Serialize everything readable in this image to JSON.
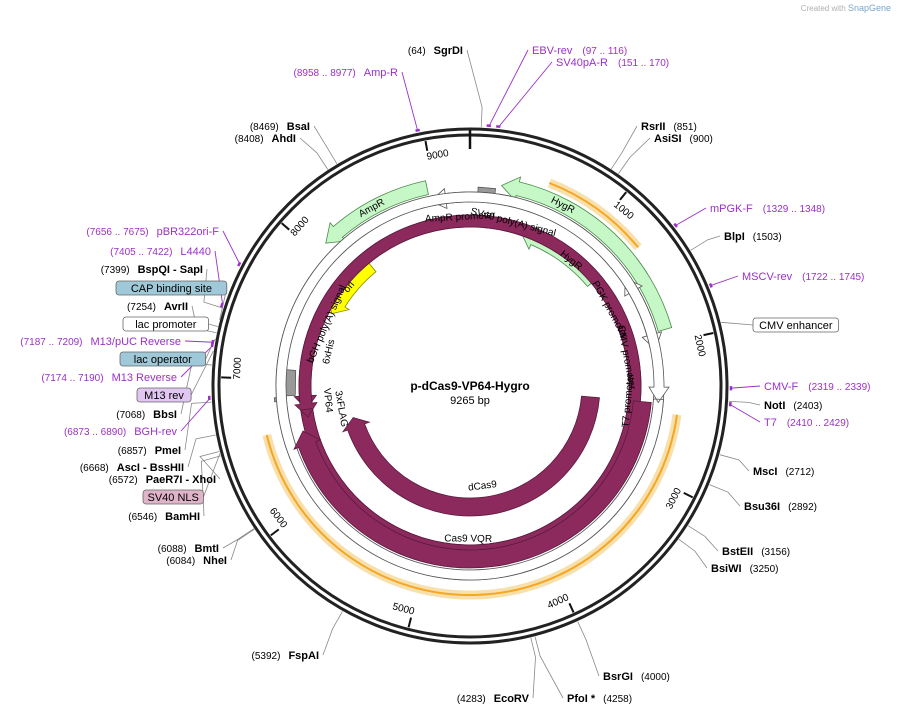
{
  "credit": {
    "prefix": "Created with",
    "brand": "SnapGene"
  },
  "plasmid": {
    "name": "p-dCas9-VP64-Hygro",
    "size_label": "9265 bp",
    "length": 9265
  },
  "colors": {
    "backbone": "#222222",
    "enzyme_text": "#000000",
    "primer": "#9b30c8",
    "cds": "#8c2a5e",
    "resistance": "#c6f7c6",
    "ori": "#ffff00",
    "highlight": "#f5a623",
    "site_blue": "#9fc8d8",
    "nls": "#e0b4c8",
    "primer_box": "#e1c6f2"
  },
  "ruler": [
    "1000",
    "2000",
    "3000",
    "4000",
    "5000",
    "6000",
    "7000",
    "8000",
    "9000"
  ],
  "enzymes": [
    {
      "name": "SgrDI",
      "pos": "(64)",
      "position": 64,
      "side": "left"
    },
    {
      "name": "RsrII",
      "pos": "(851)",
      "position": 851,
      "side": "right"
    },
    {
      "name": "AsiSI",
      "pos": "(900)",
      "position": 900,
      "side": "right"
    },
    {
      "name": "BlpI",
      "pos": "(1503)",
      "position": 1503,
      "side": "right"
    },
    {
      "name": "NotI",
      "pos": "(2403)",
      "position": 2403,
      "side": "right"
    },
    {
      "name": "MscI",
      "pos": "(2712)",
      "position": 2712,
      "side": "right"
    },
    {
      "name": "Bsu36I",
      "pos": "(2892)",
      "position": 2892,
      "side": "right"
    },
    {
      "name": "BstEII",
      "pos": "(3156)",
      "position": 3156,
      "side": "right"
    },
    {
      "name": "BsiWI",
      "pos": "(3250)",
      "position": 3250,
      "side": "right"
    },
    {
      "name": "BsrGI",
      "pos": "(4000)",
      "position": 4000,
      "side": "right"
    },
    {
      "name": "PfoI *",
      "pos": "(4258)",
      "position": 4258,
      "side": "right"
    },
    {
      "name": "EcoRV",
      "pos": "(4283)",
      "position": 4283,
      "side": "left"
    },
    {
      "name": "FspAI",
      "pos": "(5392)",
      "position": 5392,
      "side": "left"
    },
    {
      "name": "NheI",
      "pos": "(6084)",
      "position": 6084,
      "side": "left"
    },
    {
      "name": "BmtI",
      "pos": "(6088)",
      "position": 6088,
      "side": "left"
    },
    {
      "name": "BamHI",
      "pos": "(6546)",
      "position": 6546,
      "side": "left"
    },
    {
      "name": "PaeR7I - XhoI",
      "pos": "(6572)",
      "position": 6572,
      "side": "left"
    },
    {
      "name": "AscI - BssHII",
      "pos": "(6668)",
      "position": 6668,
      "side": "left"
    },
    {
      "name": "PmeI",
      "pos": "(6857)",
      "position": 6857,
      "side": "left"
    },
    {
      "name": "BbsI",
      "pos": "(7068)",
      "position": 7068,
      "side": "left"
    },
    {
      "name": "AvrII",
      "pos": "(7254)",
      "position": 7254,
      "side": "left"
    },
    {
      "name": "BspQI - SapI",
      "pos": "(7399)",
      "position": 7399,
      "side": "left"
    },
    {
      "name": "AhdI",
      "pos": "(8408)",
      "position": 8408,
      "side": "left"
    },
    {
      "name": "BsaI",
      "pos": "(8469)",
      "position": 8469,
      "side": "left"
    }
  ],
  "primers": [
    {
      "name": "EBV-rev",
      "range": "(97 .. 116)",
      "position": 106
    },
    {
      "name": "SV40pA-R",
      "range": "(151 .. 170)",
      "position": 160
    },
    {
      "name": "mPGK-F",
      "range": "(1329 .. 1348)",
      "position": 1338
    },
    {
      "name": "MSCV-rev",
      "range": "(1722 .. 1745)",
      "position": 1733
    },
    {
      "name": "CMV-F",
      "range": "(2319 .. 2339)",
      "position": 2329
    },
    {
      "name": "T7",
      "range": "(2410 .. 2429)",
      "position": 2419
    },
    {
      "name": "BGH-rev",
      "range": "(6873 .. 6890)",
      "position": 6881
    },
    {
      "name": "M13 Reverse",
      "range": "(7174 .. 7190)",
      "position": 7182
    },
    {
      "name": "M13/pUC Reverse",
      "range": "(7187 .. 7209)",
      "position": 7198
    },
    {
      "name": "L4440",
      "range": "(7405 .. 7422)",
      "position": 7413
    },
    {
      "name": "pBR322ori-F",
      "range": "(7656 .. 7675)",
      "position": 7665
    },
    {
      "name": "Amp-R",
      "range": "(8958 .. 8977)",
      "position": 8967
    }
  ],
  "boxed_labels": [
    {
      "name": "CAP binding site",
      "style": "blue",
      "position": 7330
    },
    {
      "name": "lac promoter",
      "style": "white",
      "position": 7290
    },
    {
      "name": "lac operator",
      "style": "blue",
      "position": 7220
    },
    {
      "name": "M13 rev",
      "style": "purple",
      "position": 7150
    },
    {
      "name": "SV40 NLS",
      "style": "pink",
      "position": 6560
    },
    {
      "name": "CMV enhancer",
      "style": "white",
      "position": 1950
    }
  ],
  "features": [
    {
      "name": "AmpR",
      "start": 8950,
      "end": 8100,
      "dir": -1,
      "ring": 0,
      "color": "#c6f7c6"
    },
    {
      "name": "AmpR promoter",
      "start": 9250,
      "end": 8955,
      "dir": -1,
      "ring": 0,
      "type": "promoter"
    },
    {
      "name": "SV40 poly(A) signal",
      "start": 60,
      "end": 190,
      "dir": 0,
      "ring": 0,
      "type": "gray"
    },
    {
      "name": "HygR",
      "start": 1900,
      "end": 230,
      "dir": -1,
      "ring": 0,
      "color": "#c6f7c6"
    },
    {
      "name": "HygR",
      "start": 1280,
      "end": 480,
      "dir": -1,
      "ring": 1,
      "color": "#c6f7c6"
    },
    {
      "name": "PGK promoter",
      "start": 2010,
      "end": 1420,
      "dir": -1,
      "ring": 0,
      "type": "promoter"
    },
    {
      "name": "CMV promoter",
      "start": 2380,
      "end": 2030,
      "dir": 1,
      "ring": 0,
      "type": "promoter"
    },
    {
      "name": "ori",
      "start": 8250,
      "end": 7660,
      "dir": -1,
      "ring": 0,
      "color": "#ffff00"
    },
    {
      "name": "bGH poly(A) signal",
      "start": 6870,
      "end": 7080,
      "dir": 0,
      "ring": 0,
      "type": "gray"
    },
    {
      "name": "6xHis",
      "start": 6830,
      "end": 6860,
      "dir": 0,
      "ring": 0,
      "type": "gray"
    },
    {
      "name": "VP64",
      "start": 6740,
      "end": 6830,
      "dir": 0,
      "ring": 0,
      "type": "cds"
    },
    {
      "name": "3xFLAG",
      "start": 6670,
      "end": 6740,
      "dir": 0,
      "ring": 0,
      "type": "cds"
    },
    {
      "name": "T7 promoter",
      "start": 2420,
      "end": 2445,
      "dir": 1,
      "ring": 0,
      "type": "promoter"
    },
    {
      "name": "dCas9",
      "start": 2450,
      "end": 6560,
      "dir": 1,
      "ring": 1,
      "color": "#8c2a5e"
    },
    {
      "name": "Cas9 VQR",
      "start": 2450,
      "end": 6560,
      "dir": 1,
      "ring": 0,
      "color": "#8c2a5e"
    }
  ],
  "highlights": [
    {
      "name": "HygR-region",
      "start": 550,
      "end": 1300
    },
    {
      "name": "Cas9-region",
      "start": 2520,
      "end": 6600
    }
  ]
}
